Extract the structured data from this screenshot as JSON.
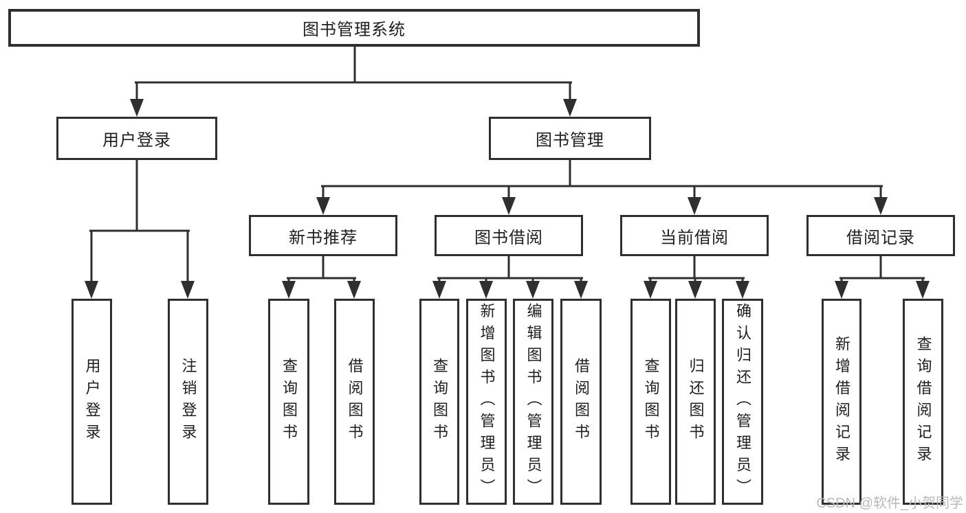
{
  "diagram": {
    "type": "function-tree",
    "title": "图书管理系统",
    "hierarchy": {
      "label": "图书管理系统",
      "children": [
        {
          "label": "用户登录",
          "children": [
            {
              "label": "用户登录"
            },
            {
              "label": "注销登录"
            }
          ]
        },
        {
          "label": "图书管理",
          "children": [
            {
              "label": "新书推荐",
              "children": [
                {
                  "label": "查询图书"
                },
                {
                  "label": "借阅图书"
                }
              ]
            },
            {
              "label": "图书借阅",
              "children": [
                {
                  "label": "查询图书"
                },
                {
                  "label": "新增图书（管理员）"
                },
                {
                  "label": "编辑图书（管理员）"
                },
                {
                  "label": "借阅图书"
                }
              ]
            },
            {
              "label": "当前借阅",
              "children": [
                {
                  "label": "查询图书"
                },
                {
                  "label": "归还图书"
                },
                {
                  "label": "确认归还（管理员）"
                }
              ]
            },
            {
              "label": "借阅记录",
              "children": [
                {
                  "label": "新增借阅记录"
                },
                {
                  "label": "查询借阅记录"
                }
              ]
            }
          ]
        }
      ]
    }
  },
  "nodes": {
    "root": {
      "label": "图书管理系统"
    },
    "user_login": {
      "label": "用户登录"
    },
    "book_mgmt": {
      "label": "图书管理"
    },
    "new_book_rec": {
      "label": "新书推荐"
    },
    "book_borrow": {
      "label": "图书借阅"
    },
    "current_borrow": {
      "label": "当前借阅"
    },
    "borrow_records": {
      "label": "借阅记录"
    },
    "ul_login": {
      "label": "用户登录"
    },
    "ul_logout": {
      "label": "注销登录"
    },
    "nb_query": {
      "label": "查询图书"
    },
    "nb_borrow": {
      "label": "借阅图书"
    },
    "bb_query": {
      "label": "查询图书"
    },
    "bb_add": {
      "label": "新增图书（管理员）"
    },
    "bb_edit": {
      "label": "编辑图书（管理员）"
    },
    "bb_borrow": {
      "label": "借阅图书"
    },
    "cb_query": {
      "label": "查询图书"
    },
    "cb_return": {
      "label": "归还图书"
    },
    "cb_confirm": {
      "label": "确认归还（管理员）"
    },
    "br_add": {
      "label": "新增借阅记录"
    },
    "br_query": {
      "label": "查询借阅记录"
    }
  },
  "colors": {
    "line": "#2f2f2f",
    "box_border": "#2f2f2f",
    "text": "#1f1f1f",
    "background": "#ffffff",
    "watermark": "#b9b9b9"
  },
  "watermark": {
    "text": "CSDN @软件_小贺同学"
  }
}
